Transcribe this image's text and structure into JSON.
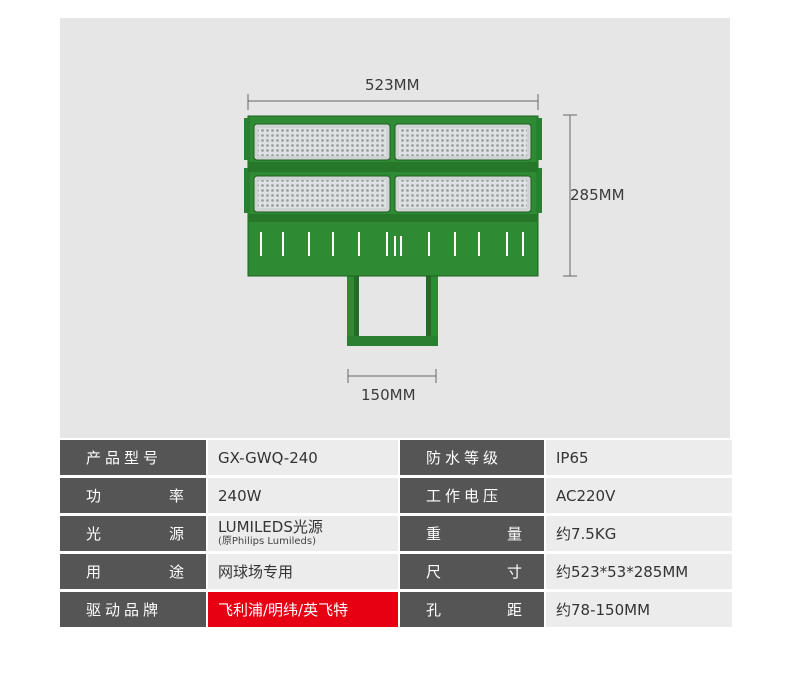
{
  "dimensions": {
    "width": "523MM",
    "height": "285MM",
    "bracket": "150MM"
  },
  "colors": {
    "housing": "#2f8a34",
    "label_bg": "#555555",
    "value_bg": "#ececec",
    "highlight": "#e60012"
  },
  "specs": [
    {
      "label": "产品型号",
      "value": "GX-GWQ-240",
      "label2": "防水等级",
      "value2": "IP65"
    },
    {
      "label_a": "功",
      "label_b": "率",
      "value": "240W",
      "label2_a": "工作电压",
      "value2": "AC220V"
    },
    {
      "label_a": "光",
      "label_b": "源",
      "value": "LUMILEDS光源",
      "value_sub": "(原Philips Lumileds)",
      "label2_a": "重",
      "label2_b": "量",
      "value2": "约7.5KG"
    },
    {
      "label_a": "用",
      "label_b": "途",
      "value": "网球场专用",
      "label2_a": "尺",
      "label2_b": "寸",
      "value2": "约523*53*285MM"
    },
    {
      "label": "驱动品牌",
      "value": "飞利浦/明纬/英飞特",
      "label2_a": "孔",
      "label2_b": "距",
      "value2": "约78-150MM"
    }
  ]
}
